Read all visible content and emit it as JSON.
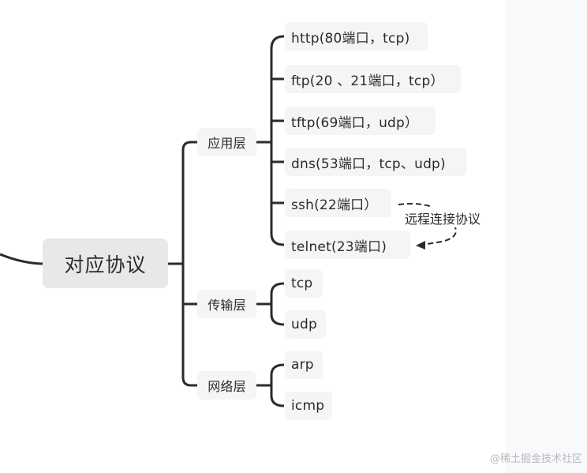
{
  "diagram": {
    "root": {
      "label": "对应协议"
    },
    "branches": [
      {
        "label": "应用层",
        "leaves": [
          "http(80端口，tcp)",
          "ftp(20 、21端口，tcp）",
          "tftp(69端口，udp）",
          "dns(53端口，tcp、udp)",
          "ssh(22端口）",
          "telnet(23端口)"
        ]
      },
      {
        "label": "传输层",
        "leaves": [
          "tcp",
          "udp"
        ]
      },
      {
        "label": "网络层",
        "leaves": [
          "arp",
          "icmp"
        ]
      }
    ],
    "relation_note": "远程连接协议"
  },
  "watermark": "@稀土掘金技术社区",
  "colors": {
    "line": "#2b2b2b",
    "node_bg": "#f5f5f5",
    "root_bg": "#e8e8e8",
    "side_panel": "#f8f9fb",
    "watermark": "#b7b9bd"
  }
}
